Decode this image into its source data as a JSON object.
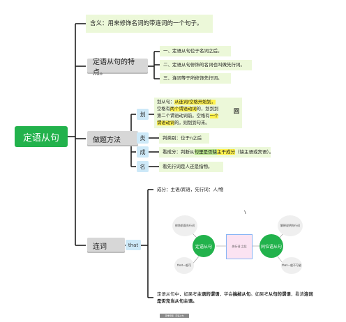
{
  "root": {
    "label": "定语从句"
  },
  "branches": {
    "meaning": {
      "text": "含义：用来修饰名词的带连词的一个句子。"
    },
    "features": {
      "label": "定语从句的特点。",
      "items": [
        "一、定语从句位于名词之后。",
        "二、定语从句修饰的名词也叫做先行词。",
        "三、连词等于所修饰先行词。"
      ]
    },
    "method": {
      "label": "做题方法",
      "steps": [
        {
          "tag": "划",
          "line1_pre": "划从句：",
          "line1_hl": "从连词/空格开始划，",
          "line2_pre": "空格有",
          "line2_hl": "两个谓语动词",
          "line2_post": "的，划到到",
          "line3_pre": "第二个谓语动词前。空格有",
          "line3_hl": "一个",
          "line4_hl": "谓语动词",
          "line4_post": "的，则划到句末。",
          "side_char": "回"
        },
        {
          "tag": "类",
          "text": "判类别：位于n之后"
        },
        {
          "tag": "成",
          "text_pre": "看成分：判断从",
          "text_hl1": "句里是否缺",
          "text_hl2": "主干成分",
          "text_post": "（缺主语或宾语）。"
        },
        {
          "tag": "名",
          "text": "看先行词是人还是指物。"
        }
      ]
    },
    "lianci": {
      "label": "连词",
      "sub_tag": "that",
      "component": "成分：主语/宾语，先行词：人/物",
      "diagram": {
        "left_circle": "定语从句",
        "right_circle": "同位语从句",
        "middle_box": "先行词 之后",
        "left_top": "修饰前面先行词",
        "left_bottom": "that一般可",
        "right_top": "解释说明先行词",
        "right_bottom": "that一般不可省"
      },
      "summary_pre": "定语从句中，如果考",
      "summary_b1": "主语的谓语",
      "summary_mid1": "，学会",
      "summary_b2": "揣掉从句",
      "summary_mid2": "。如果考",
      "summary_b3": "从句的谓语",
      "summary_mid3": "，看清",
      "summary_b4": "连词",
      "summary_line2_b": "是否充当从句主语。"
    }
  },
  "footer": {
    "watermark": "思维导图 · 定语从句"
  }
}
